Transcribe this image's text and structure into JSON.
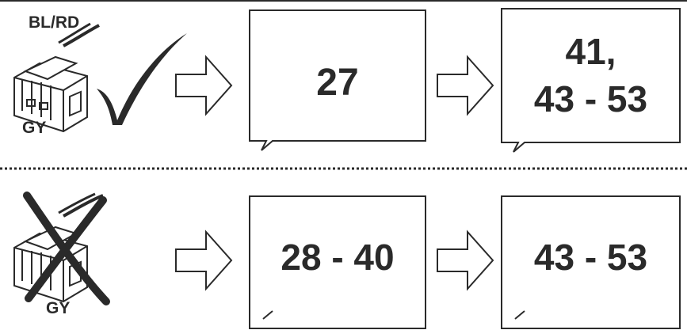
{
  "rows": [
    {
      "status": "ok",
      "connector_wire_top": "BL/RD",
      "connector_wire_bottom": "GY",
      "step1": "27",
      "step2_line1": "41,",
      "step2_line2": "43 - 53"
    },
    {
      "status": "not-ok",
      "connector_wire_bottom": "GY",
      "step1": "28 - 40",
      "step2": "43 - 53"
    }
  ],
  "colors": {
    "line": "#2a2a2a",
    "text": "#2a2a2a",
    "background": "#ffffff"
  }
}
